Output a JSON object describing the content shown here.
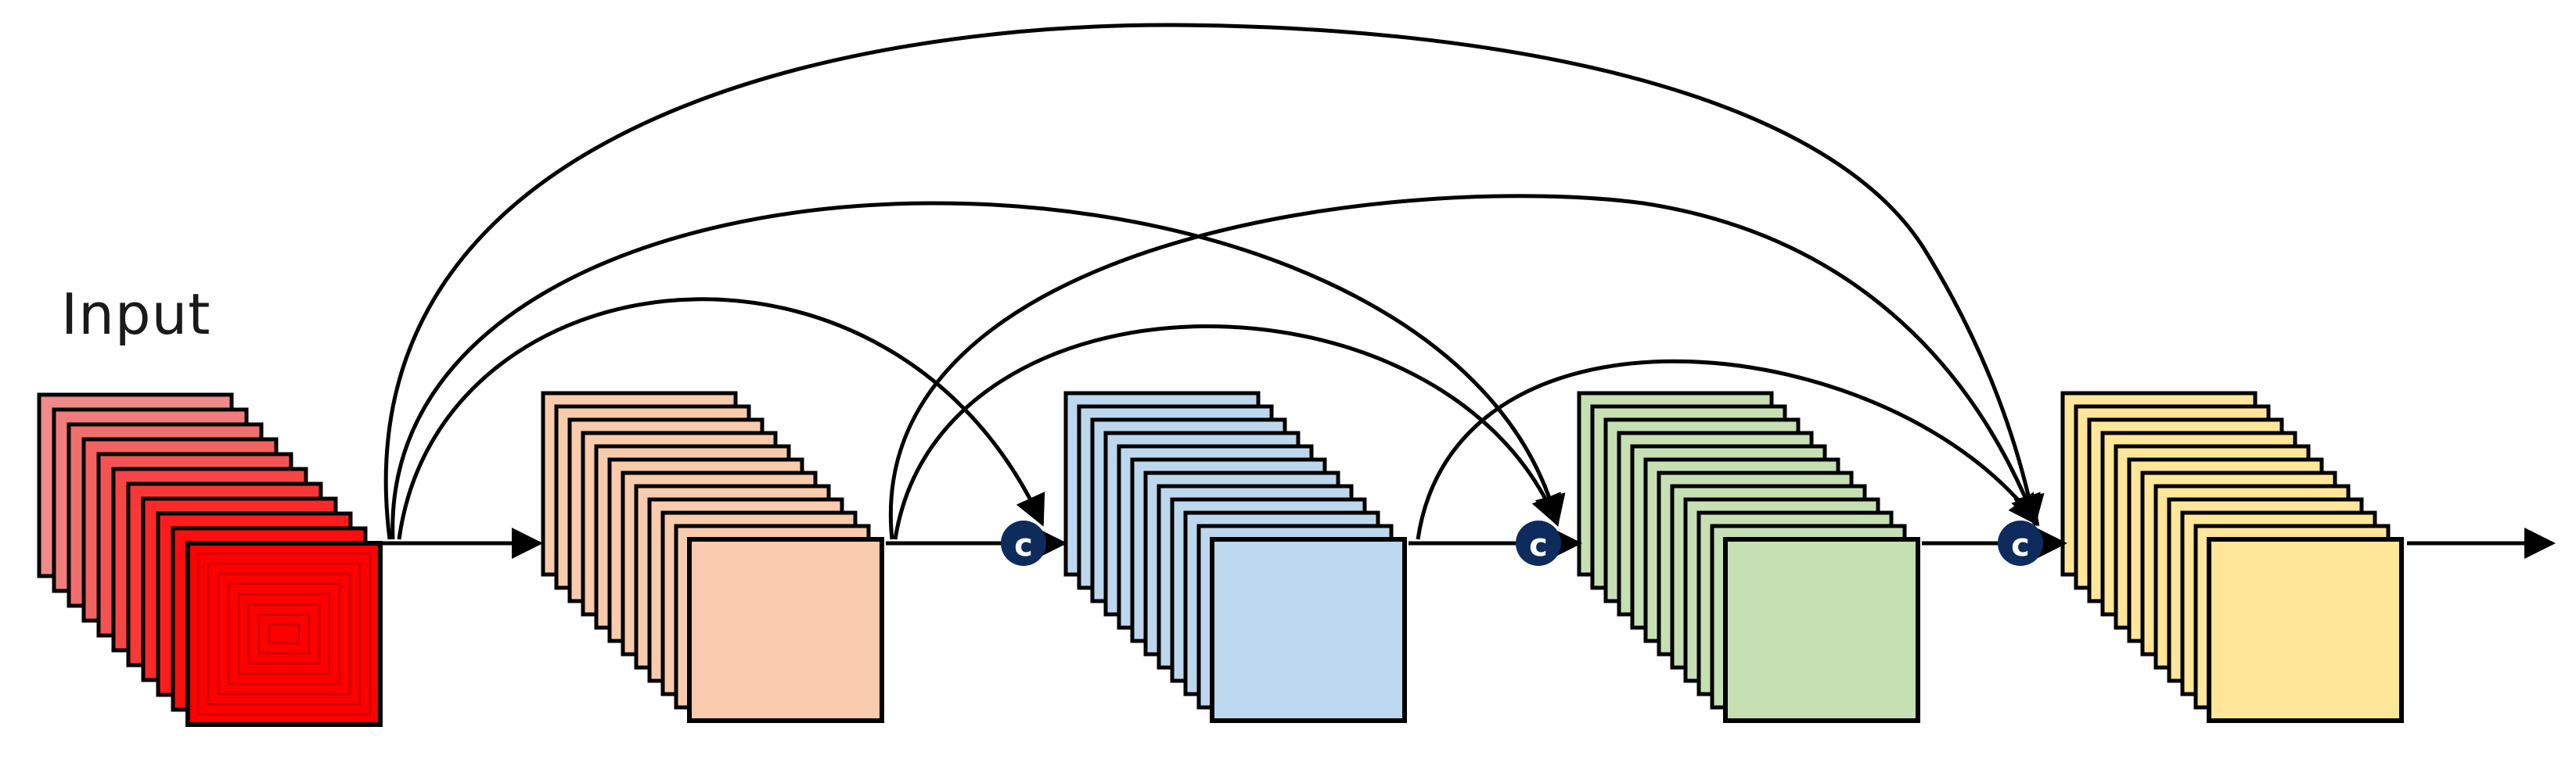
{
  "input_label": "Input",
  "concat_symbol": "c",
  "colors": {
    "stroke": "#000000",
    "input_red": [
      "#ee8a8a",
      "#ff0000"
    ],
    "block1": "#f8cbad",
    "block2": "#bdd7ee",
    "block3": "#c6e0b4",
    "block4": "#ffe699",
    "concat_node": "#0d2b5c"
  },
  "layers": [
    {
      "name": "input",
      "colorKey": "input_red",
      "count": 11
    },
    {
      "name": "block-1",
      "colorKey": "block1",
      "count": 12
    },
    {
      "name": "block-2",
      "colorKey": "block2",
      "count": 12
    },
    {
      "name": "block-3",
      "colorKey": "block3",
      "count": 12
    },
    {
      "name": "block-4",
      "colorKey": "block4",
      "count": 12
    }
  ],
  "dense_connections": [
    {
      "from": "input",
      "to": "concat-1"
    },
    {
      "from": "input",
      "to": "concat-2"
    },
    {
      "from": "input",
      "to": "concat-3"
    },
    {
      "from": "block-1",
      "to": "concat-2"
    },
    {
      "from": "block-1",
      "to": "concat-3"
    },
    {
      "from": "block-2",
      "to": "concat-3"
    }
  ]
}
